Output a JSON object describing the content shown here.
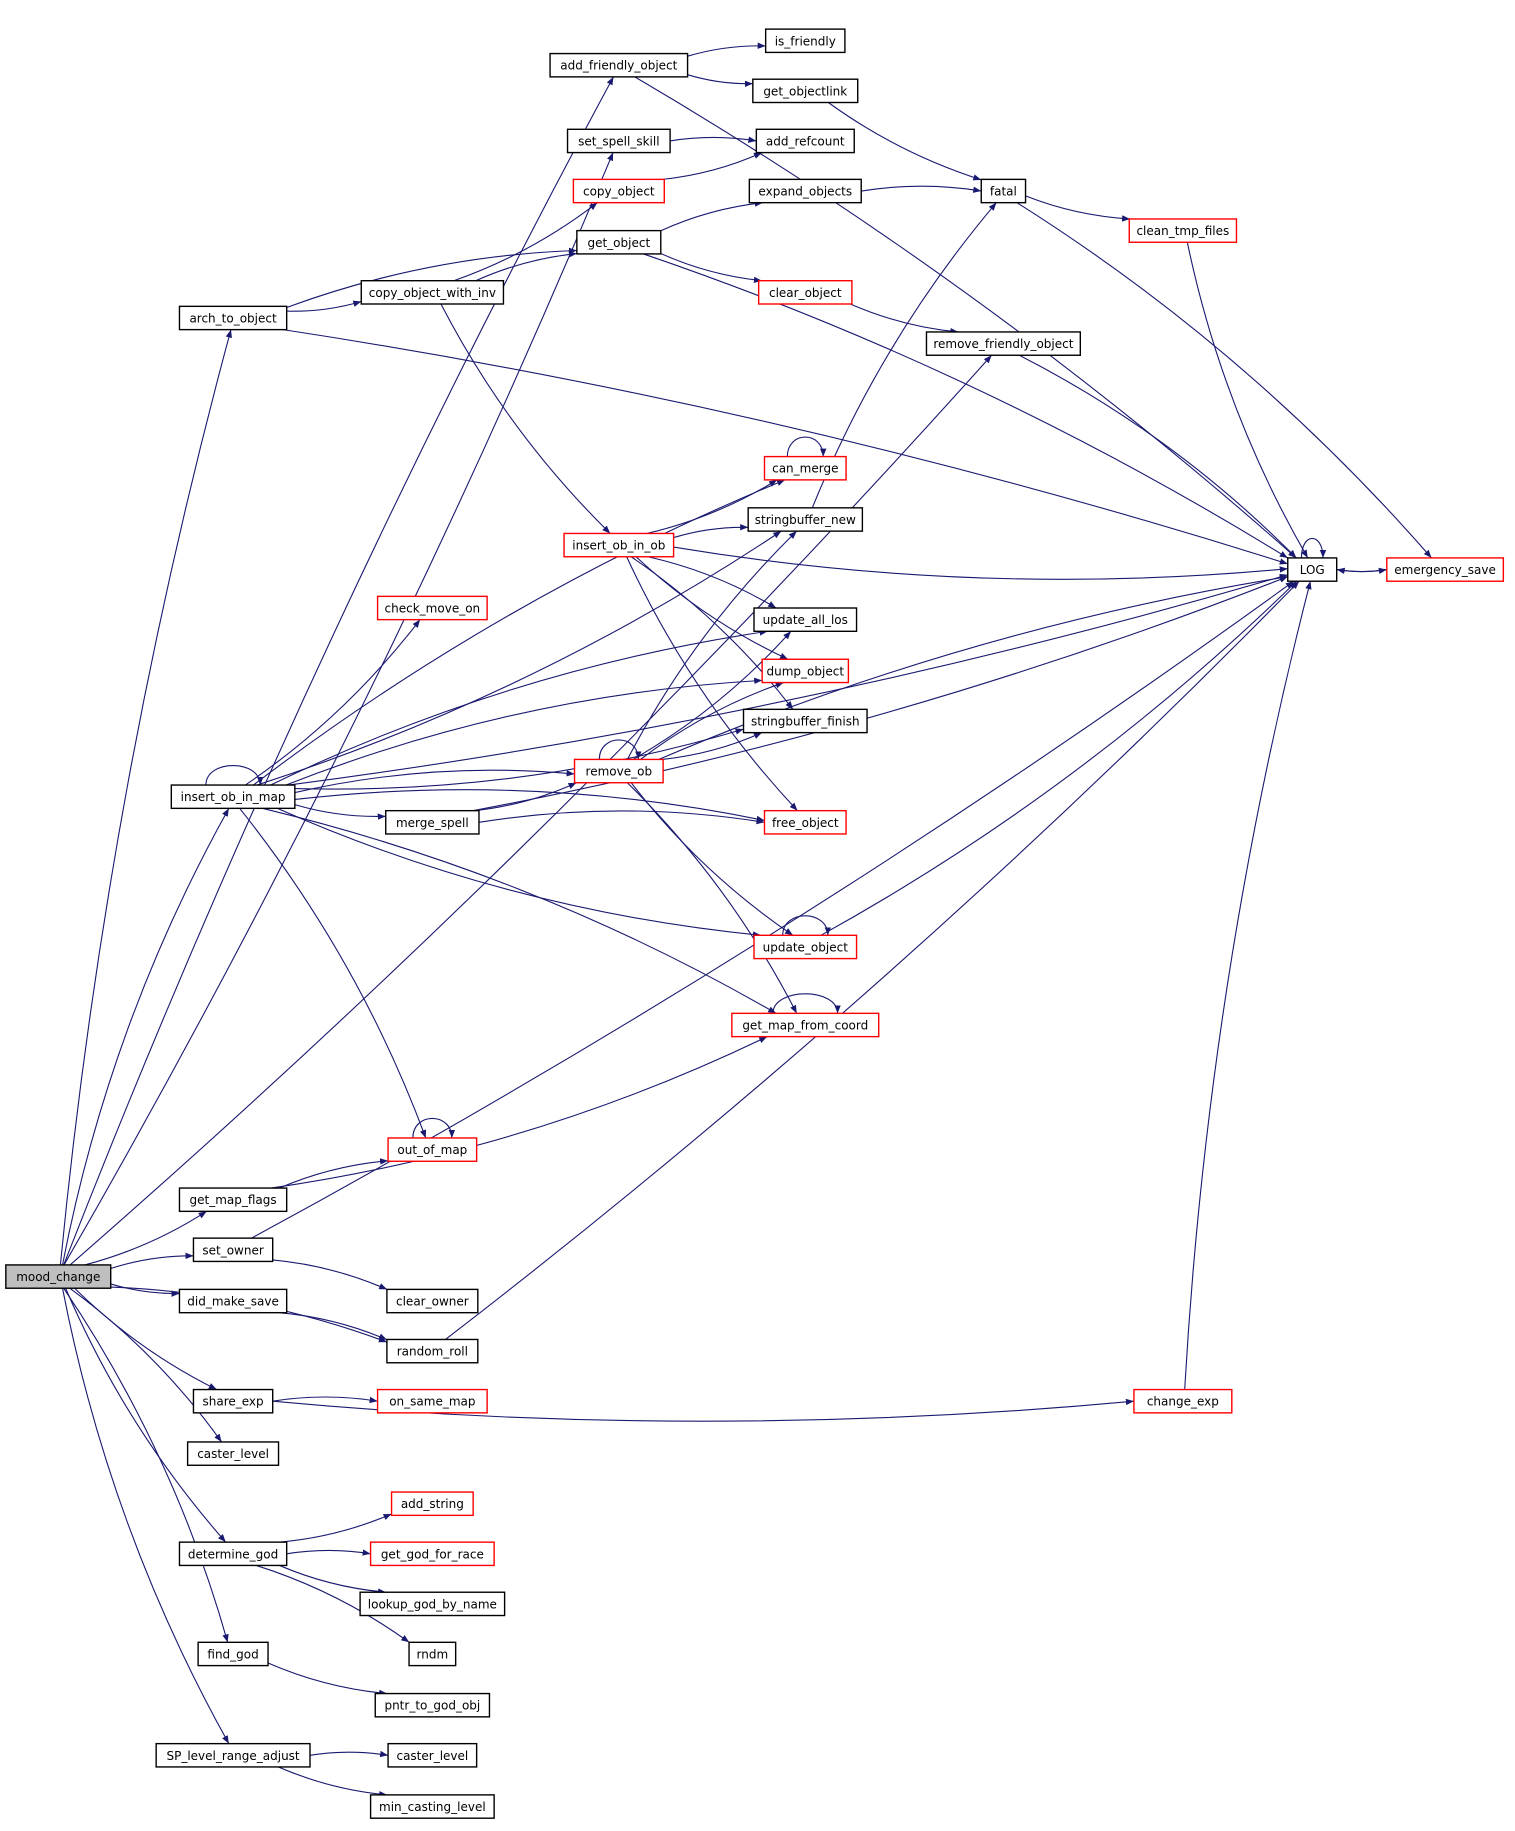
{
  "graph": {
    "edge_color": "#191970",
    "link_node_border": "#ff0000",
    "root_fill": "#bfbfbf",
    "nodes": [
      {
        "id": "mood_change",
        "label": "mood_change",
        "style": "root"
      },
      {
        "id": "add_friendly_object",
        "label": "add_friendly_object",
        "style": "plain"
      },
      {
        "id": "is_friendly",
        "label": "is_friendly",
        "style": "plain"
      },
      {
        "id": "get_objectlink",
        "label": "get_objectlink",
        "style": "plain"
      },
      {
        "id": "set_spell_skill",
        "label": "set_spell_skill",
        "style": "plain"
      },
      {
        "id": "add_refcount",
        "label": "add_refcount",
        "style": "plain"
      },
      {
        "id": "copy_object",
        "label": "copy_object",
        "style": "red"
      },
      {
        "id": "expand_objects",
        "label": "expand_objects",
        "style": "plain"
      },
      {
        "id": "fatal",
        "label": "fatal",
        "style": "plain"
      },
      {
        "id": "clean_tmp_files",
        "label": "clean_tmp_files",
        "style": "red"
      },
      {
        "id": "get_object",
        "label": "get_object",
        "style": "plain"
      },
      {
        "id": "copy_object_with_inv",
        "label": "copy_object_with_inv",
        "style": "plain"
      },
      {
        "id": "arch_to_object",
        "label": "arch_to_object",
        "style": "plain"
      },
      {
        "id": "clear_object",
        "label": "clear_object",
        "style": "red"
      },
      {
        "id": "remove_friendly_object",
        "label": "remove_friendly_object",
        "style": "plain"
      },
      {
        "id": "can_merge",
        "label": "can_merge",
        "style": "red"
      },
      {
        "id": "stringbuffer_new",
        "label": "stringbuffer_new",
        "style": "plain"
      },
      {
        "id": "insert_ob_in_ob",
        "label": "insert_ob_in_ob",
        "style": "red"
      },
      {
        "id": "LOG",
        "label": "LOG",
        "style": "plain"
      },
      {
        "id": "emergency_save",
        "label": "emergency_save",
        "style": "red"
      },
      {
        "id": "check_move_on",
        "label": "check_move_on",
        "style": "red"
      },
      {
        "id": "update_all_los",
        "label": "update_all_los",
        "style": "plain"
      },
      {
        "id": "dump_object",
        "label": "dump_object",
        "style": "red"
      },
      {
        "id": "stringbuffer_finish",
        "label": "stringbuffer_finish",
        "style": "plain"
      },
      {
        "id": "insert_ob_in_map",
        "label": "insert_ob_in_map",
        "style": "plain"
      },
      {
        "id": "remove_ob",
        "label": "remove_ob",
        "style": "red"
      },
      {
        "id": "merge_spell",
        "label": "merge_spell",
        "style": "plain"
      },
      {
        "id": "free_object",
        "label": "free_object",
        "style": "red"
      },
      {
        "id": "update_object",
        "label": "update_object",
        "style": "red"
      },
      {
        "id": "get_map_from_coord",
        "label": "get_map_from_coord",
        "style": "red"
      },
      {
        "id": "out_of_map",
        "label": "out_of_map",
        "style": "red"
      },
      {
        "id": "get_map_flags",
        "label": "get_map_flags",
        "style": "plain"
      },
      {
        "id": "set_owner",
        "label": "set_owner",
        "style": "plain"
      },
      {
        "id": "clear_owner",
        "label": "clear_owner",
        "style": "plain"
      },
      {
        "id": "did_make_save",
        "label": "did_make_save",
        "style": "plain"
      },
      {
        "id": "random_roll",
        "label": "random_roll",
        "style": "plain"
      },
      {
        "id": "share_exp",
        "label": "share_exp",
        "style": "plain"
      },
      {
        "id": "on_same_map",
        "label": "on_same_map",
        "style": "red"
      },
      {
        "id": "change_exp",
        "label": "change_exp",
        "style": "red"
      },
      {
        "id": "caster_level_1",
        "label": "caster_level",
        "style": "plain"
      },
      {
        "id": "add_string",
        "label": "add_string",
        "style": "red"
      },
      {
        "id": "determine_god",
        "label": "determine_god",
        "style": "plain"
      },
      {
        "id": "get_god_for_race",
        "label": "get_god_for_race",
        "style": "red"
      },
      {
        "id": "lookup_god_by_name",
        "label": "lookup_god_by_name",
        "style": "plain"
      },
      {
        "id": "rndm",
        "label": "rndm",
        "style": "plain"
      },
      {
        "id": "find_god",
        "label": "find_god",
        "style": "plain"
      },
      {
        "id": "pntr_to_god_obj",
        "label": "pntr_to_god_obj",
        "style": "plain"
      },
      {
        "id": "SP_level_range_adjust",
        "label": "SP_level_range_adjust",
        "style": "plain"
      },
      {
        "id": "caster_level_2",
        "label": "caster_level",
        "style": "plain"
      },
      {
        "id": "min_casting_level",
        "label": "min_casting_level",
        "style": "plain"
      }
    ],
    "edges": [
      [
        "mood_change",
        "add_friendly_object"
      ],
      [
        "mood_change",
        "set_spell_skill"
      ],
      [
        "mood_change",
        "arch_to_object"
      ],
      [
        "mood_change",
        "remove_friendly_object"
      ],
      [
        "mood_change",
        "insert_ob_in_map"
      ],
      [
        "mood_change",
        "get_map_flags"
      ],
      [
        "mood_change",
        "set_owner"
      ],
      [
        "mood_change",
        "did_make_save"
      ],
      [
        "mood_change",
        "random_roll"
      ],
      [
        "mood_change",
        "share_exp"
      ],
      [
        "mood_change",
        "caster_level_1"
      ],
      [
        "mood_change",
        "determine_god"
      ],
      [
        "mood_change",
        "find_god"
      ],
      [
        "mood_change",
        "SP_level_range_adjust"
      ],
      [
        "add_friendly_object",
        "is_friendly"
      ],
      [
        "add_friendly_object",
        "get_objectlink"
      ],
      [
        "add_friendly_object",
        "LOG"
      ],
      [
        "get_objectlink",
        "fatal"
      ],
      [
        "set_spell_skill",
        "add_refcount"
      ],
      [
        "copy_object",
        "add_refcount"
      ],
      [
        "expand_objects",
        "fatal"
      ],
      [
        "fatal",
        "clean_tmp_files"
      ],
      [
        "fatal",
        "emergency_save"
      ],
      [
        "clean_tmp_files",
        "LOG"
      ],
      [
        "get_object",
        "expand_objects"
      ],
      [
        "get_object",
        "clear_object"
      ],
      [
        "get_object",
        "LOG"
      ],
      [
        "copy_object_with_inv",
        "copy_object"
      ],
      [
        "copy_object_with_inv",
        "get_object"
      ],
      [
        "copy_object_with_inv",
        "insert_ob_in_ob"
      ],
      [
        "arch_to_object",
        "get_object"
      ],
      [
        "arch_to_object",
        "copy_object_with_inv"
      ],
      [
        "arch_to_object",
        "LOG"
      ],
      [
        "clear_object",
        "remove_friendly_object"
      ],
      [
        "remove_friendly_object",
        "LOG"
      ],
      [
        "can_merge",
        "can_merge"
      ],
      [
        "stringbuffer_new",
        "fatal"
      ],
      [
        "insert_ob_in_ob",
        "can_merge"
      ],
      [
        "insert_ob_in_ob",
        "stringbuffer_new"
      ],
      [
        "insert_ob_in_ob",
        "LOG"
      ],
      [
        "insert_ob_in_ob",
        "update_all_los"
      ],
      [
        "insert_ob_in_ob",
        "dump_object"
      ],
      [
        "insert_ob_in_ob",
        "stringbuffer_finish"
      ],
      [
        "insert_ob_in_ob",
        "free_object"
      ],
      [
        "LOG",
        "LOG"
      ],
      [
        "LOG",
        "emergency_save"
      ],
      [
        "emergency_save",
        "LOG"
      ],
      [
        "insert_ob_in_map",
        "insert_ob_in_map"
      ],
      [
        "insert_ob_in_map",
        "can_merge"
      ],
      [
        "insert_ob_in_map",
        "stringbuffer_new"
      ],
      [
        "insert_ob_in_map",
        "update_all_los"
      ],
      [
        "insert_ob_in_map",
        "check_move_on"
      ],
      [
        "insert_ob_in_map",
        "dump_object"
      ],
      [
        "insert_ob_in_map",
        "stringbuffer_finish"
      ],
      [
        "insert_ob_in_map",
        "remove_ob"
      ],
      [
        "insert_ob_in_map",
        "merge_spell"
      ],
      [
        "insert_ob_in_map",
        "free_object"
      ],
      [
        "insert_ob_in_map",
        "update_object"
      ],
      [
        "insert_ob_in_map",
        "get_map_from_coord"
      ],
      [
        "insert_ob_in_map",
        "LOG"
      ],
      [
        "insert_ob_in_map",
        "out_of_map"
      ],
      [
        "remove_ob",
        "remove_ob"
      ],
      [
        "remove_ob",
        "stringbuffer_new"
      ],
      [
        "remove_ob",
        "update_all_los"
      ],
      [
        "remove_ob",
        "dump_object"
      ],
      [
        "remove_ob",
        "stringbuffer_finish"
      ],
      [
        "remove_ob",
        "LOG"
      ],
      [
        "remove_ob",
        "update_object"
      ],
      [
        "remove_ob",
        "get_map_from_coord"
      ],
      [
        "merge_spell",
        "remove_ob"
      ],
      [
        "merge_spell",
        "free_object"
      ],
      [
        "merge_spell",
        "LOG"
      ],
      [
        "update_object",
        "update_object"
      ],
      [
        "update_object",
        "LOG"
      ],
      [
        "get_map_from_coord",
        "get_map_from_coord"
      ],
      [
        "out_of_map",
        "out_of_map"
      ],
      [
        "get_map_flags",
        "out_of_map"
      ],
      [
        "get_map_flags",
        "get_map_from_coord"
      ],
      [
        "set_owner",
        "clear_owner"
      ],
      [
        "set_owner",
        "LOG"
      ],
      [
        "did_make_save",
        "random_roll"
      ],
      [
        "random_roll",
        "LOG"
      ],
      [
        "share_exp",
        "on_same_map"
      ],
      [
        "share_exp",
        "change_exp"
      ],
      [
        "change_exp",
        "LOG"
      ],
      [
        "determine_god",
        "add_string"
      ],
      [
        "determine_god",
        "get_god_for_race"
      ],
      [
        "determine_god",
        "lookup_god_by_name"
      ],
      [
        "determine_god",
        "rndm"
      ],
      [
        "find_god",
        "pntr_to_god_obj"
      ],
      [
        "SP_level_range_adjust",
        "caster_level_2"
      ],
      [
        "SP_level_range_adjust",
        "min_casting_level"
      ]
    ]
  }
}
